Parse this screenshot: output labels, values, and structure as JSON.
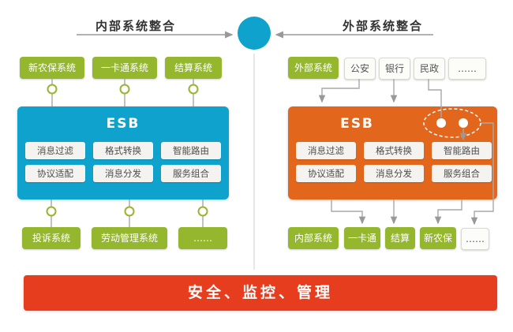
{
  "titles": {
    "left": "内部系统整合",
    "right": "外部系统整合"
  },
  "left": {
    "top_systems": [
      "新农保系统",
      "一卡通系统",
      "结算系统"
    ],
    "esb": {
      "label": "ESB",
      "functions": [
        "消息过滤",
        "格式转换",
        "智能路由",
        "协议适配",
        "消息分发",
        "服务组合"
      ]
    },
    "bottom_systems": [
      "投诉系统",
      "劳动管理系统",
      "……"
    ]
  },
  "right": {
    "top_label": "外部系统",
    "top_systems": [
      "公安",
      "银行",
      "民政",
      "……"
    ],
    "esb": {
      "label": "ESB",
      "functions": [
        "消息过滤",
        "格式转换",
        "智能路由",
        "协议适配",
        "消息分发",
        "服务组合"
      ]
    },
    "bottom_label": "内部系统",
    "bottom_systems": [
      "一卡通",
      "结算",
      "新农保",
      "……"
    ]
  },
  "footer": {
    "label": "安全、监控、管理"
  },
  "colors": {
    "green": "#95b72e",
    "blue": "#0ea2cc",
    "orange": "#e2671c",
    "red": "#e73d1f"
  }
}
